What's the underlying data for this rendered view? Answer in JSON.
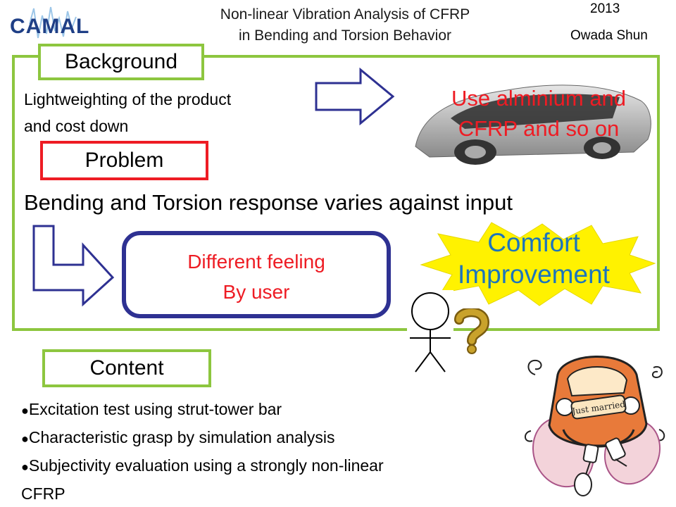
{
  "header": {
    "logo_text": "CAMAL",
    "title_line1": "Non-linear Vibration Analysis of CFRP",
    "title_line2": "in Bending and Torsion Behavior",
    "year": "2013",
    "author": "Owada Shun"
  },
  "background": {
    "label": "Background",
    "text_line1": "Lightweighting of the product",
    "text_line2": "and cost down",
    "result_line1": "Use alminium and",
    "result_line2": "CFRP and so on"
  },
  "problem": {
    "label": "Problem",
    "statement": "Bending and Torsion response varies against input",
    "effect_line1": "Different feeling",
    "effect_line2": "By user",
    "goal_line1": "Comfort",
    "goal_line2": "Improvement"
  },
  "content": {
    "label": "Content",
    "items": [
      "Excitation test using strut-tower bar",
      "Characteristic grasp by simulation analysis",
      "Subjectivity evaluation using a strongly non-linear"
    ],
    "item3_continuation": "CFRP"
  },
  "decor": {
    "question_mark": "?",
    "bullet": "●",
    "cartoon_banner": "Just married"
  },
  "colors": {
    "frame_green": "#8dc63f",
    "problem_red": "#ee1c24",
    "arrow_navy": "#2e3192",
    "comfort_blue": "#1c75bc",
    "starburst_yellow": "#fff200"
  },
  "icons": [
    "car-image",
    "right-arrow-icon",
    "bent-arrow-icon",
    "starburst-icon",
    "stick-figure-icon",
    "question-mark-icon",
    "cartoon-car-image"
  ]
}
